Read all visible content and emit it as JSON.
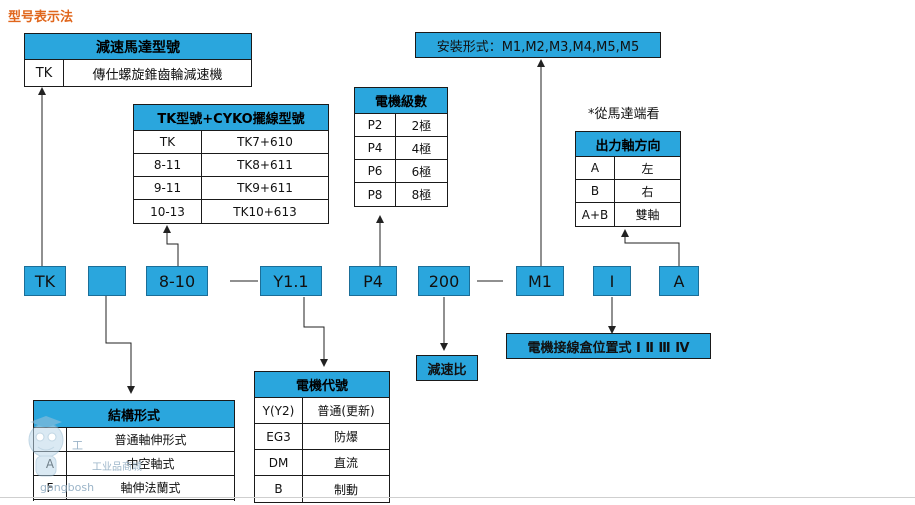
{
  "page_title": "型号表示法",
  "model_code": [
    "TK",
    "",
    "8-10",
    "Y1.1",
    "P4",
    "200",
    "M1",
    "I",
    "A"
  ],
  "tk_table": {
    "header": "減速馬達型號",
    "rows": [
      [
        "TK",
        "傳仕螺旋錐齒輪減速機"
      ]
    ]
  },
  "cyko_table": {
    "header": "TK型號+CYKO擺線型號",
    "rows": [
      [
        "TK",
        "TK7+610"
      ],
      [
        "8-11",
        "TK8+611"
      ],
      [
        "9-11",
        "TK9+611"
      ],
      [
        "10-13",
        "TK10+613"
      ]
    ]
  },
  "poles_table": {
    "header": "電機級數",
    "rows": [
      [
        "P2",
        "2極"
      ],
      [
        "P4",
        "4極"
      ],
      [
        "P6",
        "6極"
      ],
      [
        "P8",
        "8極"
      ]
    ]
  },
  "mount_label": "安裝形式：M1,M2,M3,M4,M5,M5",
  "view_note": "*從馬達端看",
  "shaft_table": {
    "header": "出力軸方向",
    "rows": [
      [
        "A",
        "左"
      ],
      [
        "B",
        "右"
      ],
      [
        "A+B",
        "雙軸"
      ]
    ]
  },
  "ratio_label": "減速比",
  "junction_label": "電機接線盒位置式 Ⅰ Ⅱ Ⅲ Ⅳ",
  "structure_table": {
    "header": "結構形式",
    "rows": [
      [
        "",
        "普通軸伸形式"
      ],
      [
        "A",
        "中空軸式"
      ],
      [
        "F",
        "軸伸法蘭式"
      ]
    ]
  },
  "motor_table": {
    "header": "電機代號",
    "rows": [
      [
        "Y(Y2)",
        "普通(更新)"
      ],
      [
        "EG3",
        "防爆"
      ],
      [
        "DM",
        "直流"
      ],
      [
        "B",
        "制動"
      ]
    ]
  },
  "watermark": {
    "brand_char": "工",
    "site_text": "工业品商城",
    "url_text": "gongbosh"
  },
  "colors": {
    "accent": "#2aa6dd",
    "title": "#e0661c"
  }
}
